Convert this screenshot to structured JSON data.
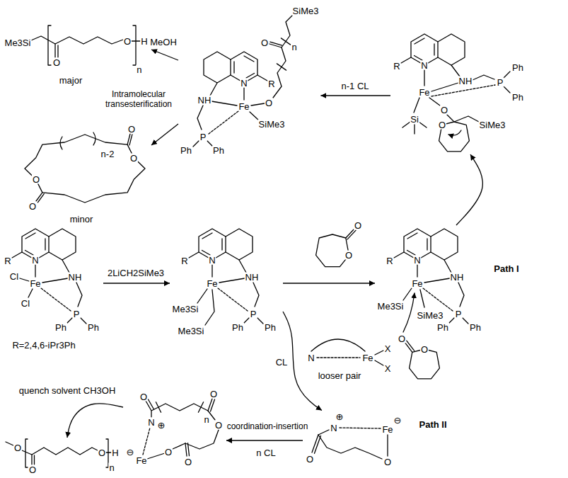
{
  "diagram": {
    "nodes": [
      {
        "text": [
          "Me3Si",
          "O",
          "O",
          "H",
          "n"
        ]
      },
      {
        "text": [
          "SiMe3",
          "O",
          "n",
          "O",
          "R",
          "N",
          "Fe",
          "SiMe3",
          "NH",
          "P",
          "Ph",
          "Ph"
        ]
      },
      {
        "text": [
          "O",
          "n-2",
          "O",
          "O",
          "O"
        ]
      },
      {
        "text": [
          "R",
          "N",
          "NH",
          "P",
          "Ph",
          "Ph",
          "Fe",
          "O",
          "O",
          "SiMe3",
          "Si"
        ]
      },
      {
        "text": [
          "R",
          "N",
          "Cl",
          "Fe",
          "Cl",
          "NH",
          "P",
          "Ph",
          "Ph"
        ]
      },
      {
        "text": [
          "R",
          "N",
          "NH",
          "Fe",
          "Me3Si",
          "P",
          "Me3Si",
          "Ph",
          "Ph"
        ]
      },
      {
        "text": [
          "O",
          "O"
        ]
      },
      {
        "text": [
          "R",
          "N",
          "NH",
          "Fe",
          "Me3Si",
          "SiMe3",
          "P",
          "Ph",
          "Ph",
          "O",
          "O"
        ]
      },
      {
        "text": [
          "N",
          "Fe",
          "X",
          "X",
          "looser pair"
        ]
      },
      {
        "text": [
          "⊕",
          "N",
          "⊖",
          "Fe",
          "O",
          "O"
        ]
      },
      {
        "text": [
          "O",
          "O",
          "N",
          "⊕",
          "n",
          "O",
          "⊖",
          "Fe",
          "O",
          "O"
        ]
      },
      {
        "text": [
          "O",
          "O",
          "O",
          "H",
          "n"
        ]
      }
    ],
    "edges": [
      {
        "from": 1,
        "to": 0,
        "arrow": "to",
        "label": "MeOH"
      },
      {
        "from": 1,
        "to": 2,
        "arrow": "to",
        "label": "Intramolecular transesterification"
      },
      {
        "from": 3,
        "to": 1,
        "arrow": "to",
        "label": "n-1 CL"
      },
      {
        "from": 4,
        "to": 5,
        "arrow": "to",
        "label": "2LiCH2SiMe3"
      },
      {
        "from": 5,
        "to": 7,
        "arrow": "to"
      },
      {
        "from": 7,
        "to": 3,
        "arrow": "to"
      },
      {
        "from": 5,
        "to": 9,
        "arrow": "to",
        "label": "CL"
      },
      {
        "from": 9,
        "to": 10,
        "arrow": "to",
        "label": "coordination-insertion"
      },
      {
        "from": 10,
        "to": 11,
        "arrow": "to",
        "label": "quench solvent CH3OH"
      }
    ],
    "labels": [
      "major",
      "minor",
      "R=2,4,6-iPr3Ph",
      "Path I",
      "Path II",
      "n CL"
    ]
  }
}
